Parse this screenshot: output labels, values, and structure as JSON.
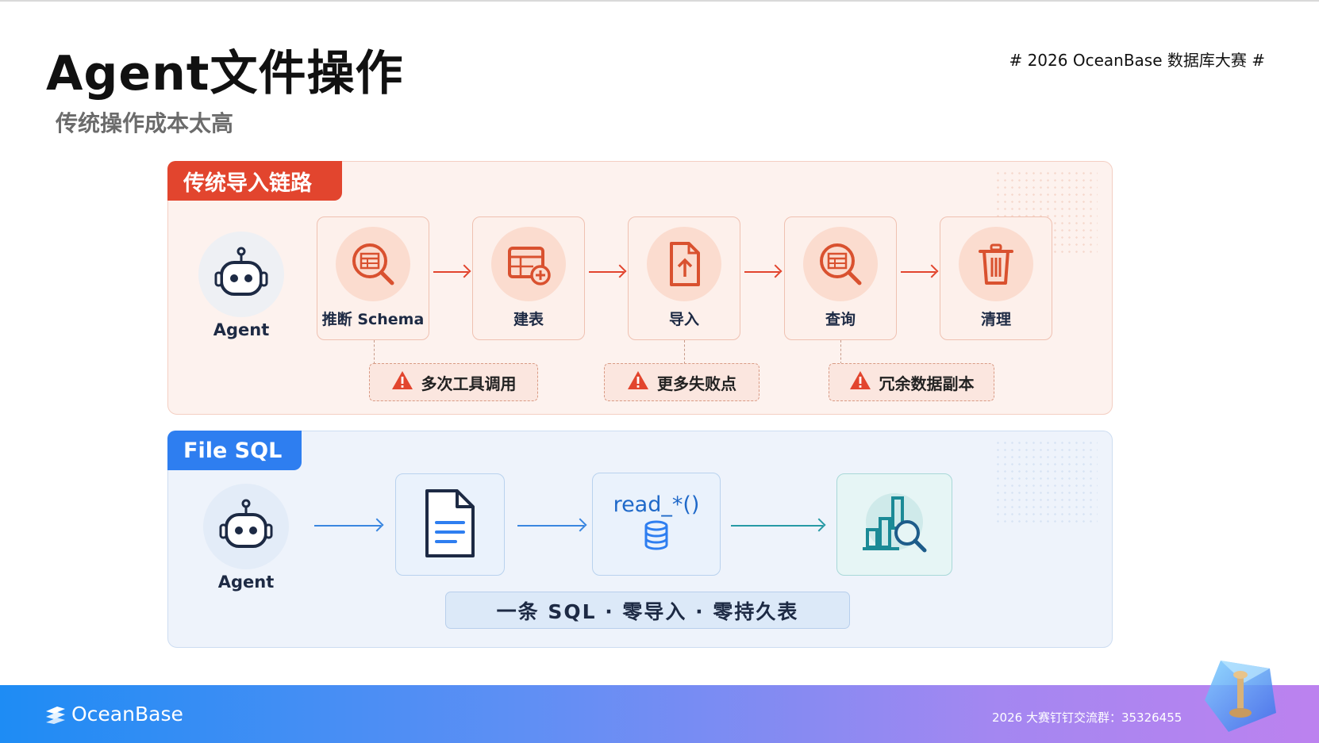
{
  "header": {
    "title": "Agent文件操作",
    "subtitle": "传统操作成本太高",
    "contest_tag": "# 2026 OceanBase 数据库大赛 #"
  },
  "traditional": {
    "tag": "传统导入链路",
    "agent_label": "Agent",
    "steps": [
      {
        "label": "推断 Schema",
        "icon": "table-search-icon"
      },
      {
        "label": "建表",
        "icon": "table-add-icon"
      },
      {
        "label": "导入",
        "icon": "file-upload-icon"
      },
      {
        "label": "查询",
        "icon": "table-search-icon"
      },
      {
        "label": "清理",
        "icon": "trash-icon"
      }
    ],
    "warnings": [
      "多次工具调用",
      "更多失败点",
      "冗余数据副本"
    ],
    "accent": "#e2452e"
  },
  "file_sql": {
    "tag": "File SQL",
    "agent_label": "Agent",
    "read_func": "read_*()",
    "summary": "一条 SQL · 零导入 · 零持久表",
    "icons": [
      "document-icon",
      "database-icon",
      "chart-search-icon"
    ],
    "accent": "#2e7ef0"
  },
  "footer": {
    "brand": "OceanBase",
    "group_info": "2026 大赛钉钉交流群：35326455"
  }
}
